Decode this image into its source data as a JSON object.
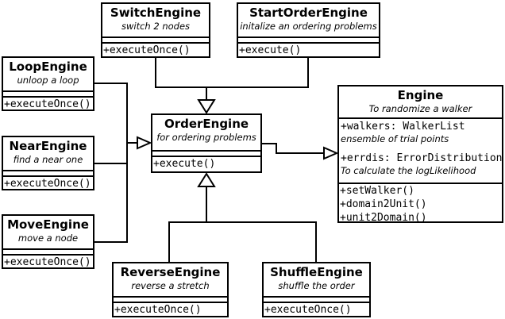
{
  "diagram": {
    "type": "uml-class-diagram",
    "colors": {
      "stroke": "#000000",
      "background": "#ffffff",
      "text": "#000000"
    },
    "classes": {
      "switch_engine": {
        "name": "SwitchEngine",
        "description": "switch 2 nodes",
        "methods": [
          "+executeOnce()"
        ]
      },
      "start_order_engine": {
        "name": "StartOrderEngine",
        "description": "initalize an ordering problems",
        "methods": [
          "+execute()"
        ]
      },
      "loop_engine": {
        "name": "LoopEngine",
        "description": "unloop a loop",
        "methods": [
          "+executeOnce()"
        ]
      },
      "near_engine": {
        "name": "NearEngine",
        "description": "find a near one",
        "methods": [
          "+executeOnce()"
        ]
      },
      "move_engine": {
        "name": "MoveEngine",
        "description": "move a node",
        "methods": [
          "+executeOnce()"
        ]
      },
      "order_engine": {
        "name": "OrderEngine",
        "description": "for ordering problems",
        "methods": [
          "+execute()"
        ]
      },
      "engine": {
        "name": "Engine",
        "description": "To randomize a walker",
        "attributes": [
          {
            "code": "+walkers: WalkerList",
            "note": "ensemble of trial points"
          },
          {
            "code": "+errdis: ErrorDistribution",
            "note": "To calculate the logLikelihood"
          }
        ],
        "methods": [
          "+setWalker()",
          "+domain2Unit()",
          "+unit2Domain()"
        ]
      },
      "reverse_engine": {
        "name": "ReverseEngine",
        "description": "reverse a stretch",
        "methods": [
          "+executeOnce()"
        ]
      },
      "shuffle_engine": {
        "name": "ShuffleEngine",
        "description": "shuffle the order",
        "methods": [
          "+executeOnce()"
        ]
      }
    },
    "relationships": [
      {
        "from": "SwitchEngine",
        "to": "OrderEngine",
        "type": "generalization"
      },
      {
        "from": "StartOrderEngine",
        "to": "OrderEngine",
        "type": "generalization"
      },
      {
        "from": "LoopEngine",
        "to": "OrderEngine",
        "type": "generalization"
      },
      {
        "from": "NearEngine",
        "to": "OrderEngine",
        "type": "generalization"
      },
      {
        "from": "MoveEngine",
        "to": "OrderEngine",
        "type": "generalization"
      },
      {
        "from": "ReverseEngine",
        "to": "OrderEngine",
        "type": "generalization"
      },
      {
        "from": "ShuffleEngine",
        "to": "OrderEngine",
        "type": "generalization"
      },
      {
        "from": "OrderEngine",
        "to": "Engine",
        "type": "generalization"
      }
    ]
  }
}
